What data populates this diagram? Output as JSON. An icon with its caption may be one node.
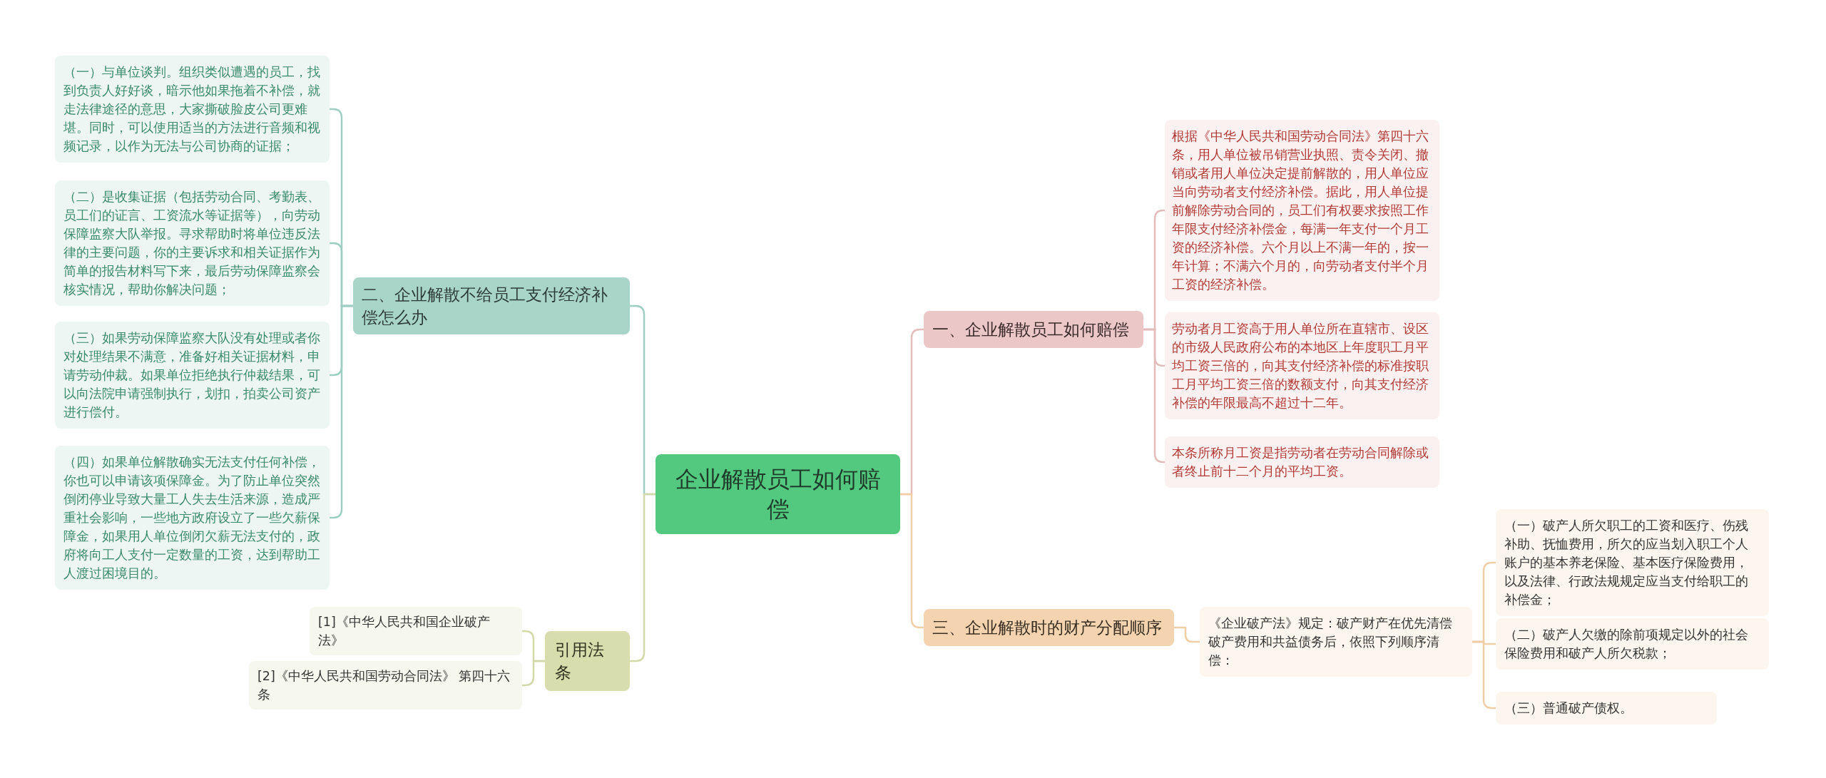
{
  "diagram": {
    "nodes": [
      {
        "text": [
          "企业解散员工如何赔偿"
        ]
      },
      {
        "text": [
          "二、企业解散不给员工支付经济补偿怎么办"
        ]
      },
      {
        "text": [
          "（一）与单位谈判。组织类似遭遇的员工，找到负责人好好谈，暗示他如果拖着不补偿，就走法律途径的意思，大家撕破脸皮公司更难堪。同时，可以使用适当的方法进行音频和视频记录，以作为无法与公司协商的证据；"
        ]
      },
      {
        "text": [
          "（二）是收集证据（包括劳动合同、考勤表、员工们的证言、工资流水等证据等），向劳动保障监察大队举报。寻求帮助时将单位违反法律的主要问题，你的主要诉求和相关证据作为简单的报告材料写下来，最后劳动保障监察会核实情况，帮助你解决问题；"
        ]
      },
      {
        "text": [
          "（三）如果劳动保障监察大队没有处理或者你对处理结果不满意，准备好相关证据材料，申请劳动仲裁。如果单位拒绝执行仲裁结果，可以向法院申请强制执行，划扣，拍卖公司资产进行偿付。"
        ]
      },
      {
        "text": [
          "（四）如果单位解散确实无法支付任何补偿，你也可以申请该项保障金。为了防止单位突然倒闭停业导致大量工人失去生活来源，造成严重社会影响，一些地方政府设立了一些欠薪保障金，如果用人单位倒闭欠薪无法支付的，政府将向工人支付一定数量的工资，达到帮助工人渡过困境目的。"
        ]
      },
      {
        "text": [
          "引用法条"
        ]
      },
      {
        "text": [
          "[1]《中华人民共和国企业破产法》"
        ]
      },
      {
        "text": [
          "[2]《中华人民共和国劳动合同法》 第四十六条"
        ]
      },
      {
        "text": [
          "一、企业解散员工如何赔偿"
        ]
      },
      {
        "text": [
          "根据《中华人民共和国劳动合同法》第四十六条，用人单位被吊销营业执照、责令关闭、撤销或者用人单位决定提前解散的，用人单位应当向劳动者支付经济补偿。据此，用人单位提前解除劳动合同的，员工们有权要求按照工作年限支付经济补偿金，每满一年支付一个月工资的经济补偿。六个月以上不满一年的，按一年计算；不满六个月的，向劳动者支付半个月工资的经济补偿。"
        ]
      },
      {
        "text": [
          "劳动者月工资高于用人单位所在直辖市、设区的市级人民政府公布的本地区上年度职工月平均工资三倍的，向其支付经济补偿的标准按职工月平均工资三倍的数额支付，向其支付经济补偿的年限最高不超过十二年。"
        ]
      },
      {
        "text": [
          "本条所称月工资是指劳动者在劳动合同解除或者终止前十二个月的平均工资。"
        ]
      },
      {
        "text": [
          "三、企业解散时的财产分配顺序"
        ]
      },
      {
        "text": [
          "《企业破产法》规定：破产财产在优先清偿破产费用和共益债务后，依照下列顺序清偿："
        ]
      },
      {
        "text": [
          "（一）破产人所欠职工的工资和医疗、伤残补助、抚恤费用，所欠的应当划入职工个人账户的基本养老保险、基本医疗保险费用，以及法律、行政法规规定应当支付给职工的补偿金；"
        ]
      },
      {
        "text": [
          "（二）破产人欠缴的除前项规定以外的社会保险费用和破产人所欠税款；"
        ]
      },
      {
        "text": [
          "（三）普通破产债权。"
        ]
      }
    ],
    "edges": [
      {
        "from": 0,
        "to": 1,
        "arrow": "none",
        "color": "#9fcfc3"
      },
      {
        "from": 1,
        "to": 2,
        "arrow": "none",
        "color": "#9fcfc3"
      },
      {
        "from": 1,
        "to": 3,
        "arrow": "none",
        "color": "#9fcfc3"
      },
      {
        "from": 1,
        "to": 4,
        "arrow": "none",
        "color": "#9fcfc3"
      },
      {
        "from": 1,
        "to": 5,
        "arrow": "none",
        "color": "#9fcfc3"
      },
      {
        "from": 0,
        "to": 6,
        "arrow": "none",
        "color": "#d3d9a8"
      },
      {
        "from": 6,
        "to": 7,
        "arrow": "none",
        "color": "#d3d9a8"
      },
      {
        "from": 6,
        "to": 8,
        "arrow": "none",
        "color": "#d3d9a8"
      },
      {
        "from": 0,
        "to": 9,
        "arrow": "none",
        "color": "#e3bcbc"
      },
      {
        "from": 9,
        "to": 10,
        "arrow": "none",
        "color": "#e3bcbc"
      },
      {
        "from": 9,
        "to": 11,
        "arrow": "none",
        "color": "#e3bcbc"
      },
      {
        "from": 9,
        "to": 12,
        "arrow": "none",
        "color": "#e3bcbc"
      },
      {
        "from": 0,
        "to": 13,
        "arrow": "none",
        "color": "#f0cfa6"
      },
      {
        "from": 13,
        "to": 14,
        "arrow": "none",
        "color": "#f0cfa6"
      },
      {
        "from": 14,
        "to": 15,
        "arrow": "none",
        "color": "#f0cfa6"
      },
      {
        "from": 14,
        "to": 16,
        "arrow": "none",
        "color": "#f0cfa6"
      },
      {
        "from": 14,
        "to": 17,
        "arrow": "none",
        "color": "#f0cfa6"
      }
    ]
  }
}
